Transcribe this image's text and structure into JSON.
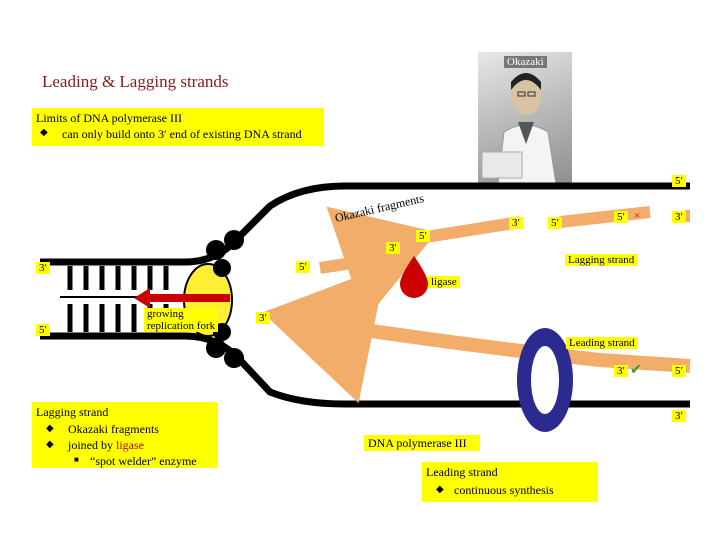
{
  "title": "Leading & Lagging strands",
  "limits": {
    "line1": "Limits of DNA polymerase III",
    "bullet": "can only build onto 3′ end of existing DNA strand"
  },
  "photo_label": "Okazaki",
  "diagram": {
    "okazaki_fragments": "Okazaki fragments",
    "ligase": "ligase",
    "lagging_strand": "Lagging strand",
    "leading_strand": "Leading strand",
    "growing_fork": "growing replication fork",
    "growing_fork_l1": "growing",
    "growing_fork_l2": "replication fork",
    "labels": {
      "top_right_5": "5′",
      "frag1_3": "3′",
      "frag1_5": "5′",
      "frag2_3": "3′",
      "frag2_5": "5′",
      "frag3_5": "5′",
      "frag3_3": "3′",
      "frag4_5": "5′",
      "left_top_3": "3′",
      "left_bottom_5": "5′",
      "leading_3": "3′",
      "right_mid_3": "3′",
      "right_mid_5": "5′",
      "right_bottom_3": "3′"
    },
    "x_mark": "×",
    "check_mark": "✔",
    "colors": {
      "strand": "#f2ad6b",
      "template": "#000000",
      "polymerase": "#2b2b8f",
      "helicase": "#ffee33",
      "ligase": "#cc0000",
      "label_box": "#ffff00"
    }
  },
  "lagging_box": {
    "title": "Lagging strand",
    "bullet1": "Okazaki fragments",
    "bullet2_prefix": "joined by ",
    "bullet2_red": "ligase",
    "sub": "“spot welder” enzyme"
  },
  "dna_pol_label": "DNA polymerase III",
  "leading_box": {
    "title": "Leading strand",
    "bullet": "continuous synthesis"
  }
}
